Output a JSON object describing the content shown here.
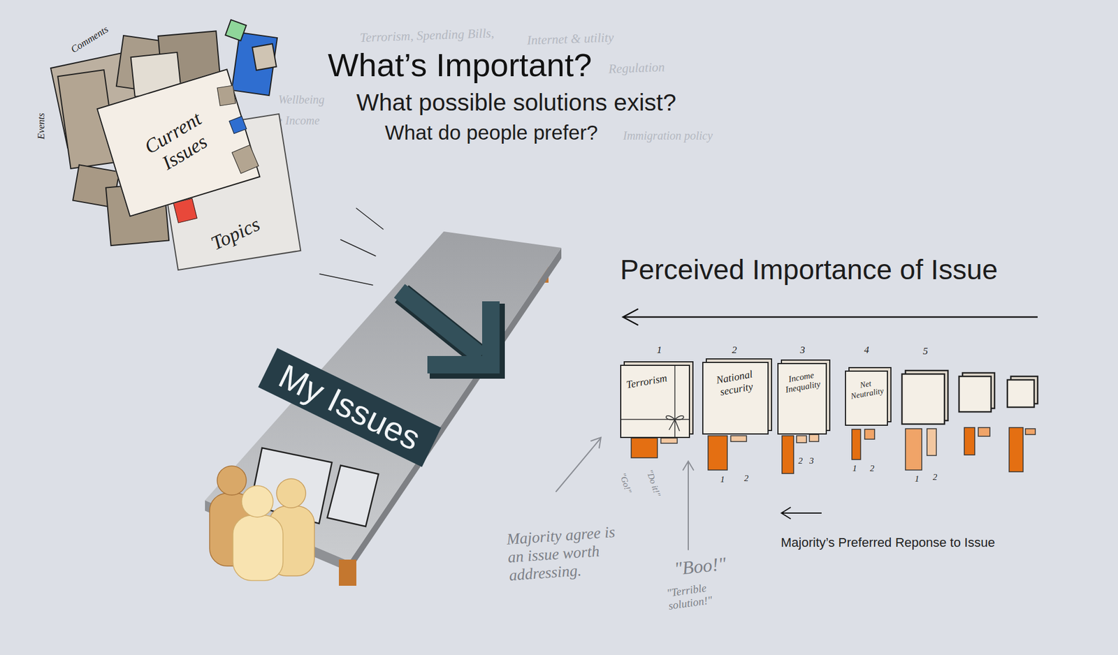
{
  "diagram": {
    "title": "What’s Important?",
    "nodes": [
      {
        "text": [
          "Current Issues"
        ]
      },
      {
        "text": [
          "Topics"
        ]
      },
      {
        "text": [
          "My Issues"
        ]
      },
      {
        "text": [
          "Terrorism"
        ]
      },
      {
        "text": [
          "National security"
        ]
      },
      {
        "text": [
          "Income Inequality"
        ]
      },
      {
        "text": [
          "Net Neutrality"
        ]
      }
    ],
    "labels": [
      "Comments",
      "Events",
      "Terrorism, Spending Bills,",
      "Internet & utility",
      "Regulation",
      "Wellbeing",
      "Immigration policy",
      "• Income",
      "What possible solutions exist?",
      "What do people prefer?",
      "Perceived Importance of Issue",
      "1",
      "2",
      "3",
      "4",
      "5",
      "1",
      "2",
      "2",
      "3",
      "1",
      "2",
      "1",
      "2",
      "\"Go!\"",
      "\"Do it!\"",
      "Majority agree is an issue worth addressing.",
      "\"Boo!\"",
      "\"Terrible solution!\"",
      "Majority’s Preferred Reponse to Issue"
    ]
  }
}
